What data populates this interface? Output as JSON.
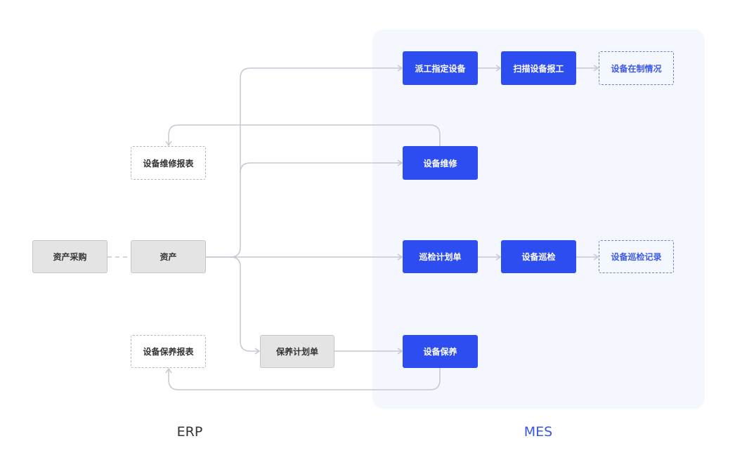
{
  "colors": {
    "mes_blue": "#2d4df0",
    "mes_panel": "#f4f7fe",
    "erp_gray": "#e4e4e4",
    "line": "#c6c8d2",
    "mes_label": "#3a55e0"
  },
  "sections": {
    "erp_label": "ERP",
    "mes_label": "MES"
  },
  "erp": {
    "asset_purchase": "资产采购",
    "asset": "资产",
    "maintenance_plan": "保养计划单",
    "repair_report": "设备维修报表",
    "maintenance_report": "设备保养报表"
  },
  "mes": {
    "dispatch_device": "派工指定设备",
    "scan_report": "扫描设备报工",
    "device_wip_status": "设备在制情况",
    "device_repair": "设备维修",
    "inspection_plan": "巡检计划单",
    "device_inspection": "设备巡检",
    "inspection_record": "设备巡检记录",
    "device_maintenance": "设备保养"
  }
}
